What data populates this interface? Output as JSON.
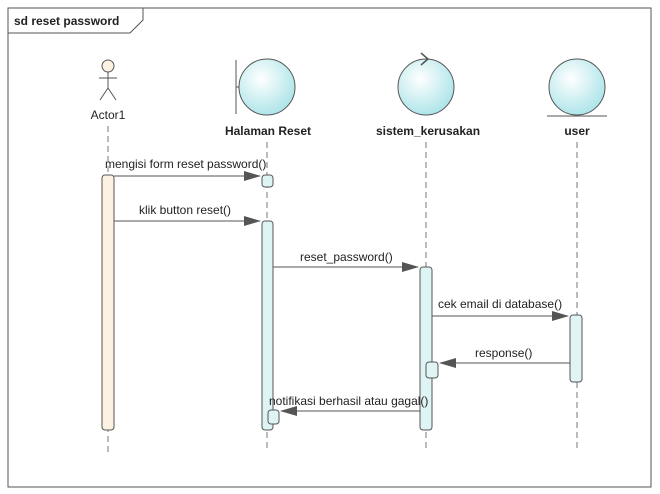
{
  "frame": {
    "title": "sd reset password"
  },
  "lifelines": {
    "actor": {
      "label": "Actor1"
    },
    "boundary": {
      "label": "Halaman Reset"
    },
    "control": {
      "label": "sistem_kerusakan"
    },
    "entity": {
      "label": "user"
    }
  },
  "messages": {
    "m1": "mengisi form reset password()",
    "m2": "klik button reset()",
    "m3": "reset_password()",
    "m4": "cek email di database()",
    "m5": "response()",
    "m6": "notifikasi berhasil atau gagal()"
  },
  "colors": {
    "actor_activation": "#fdf2e2",
    "object_activation": "#dff4f4",
    "object_fill": "#c7eff1",
    "line": "#555555"
  }
}
